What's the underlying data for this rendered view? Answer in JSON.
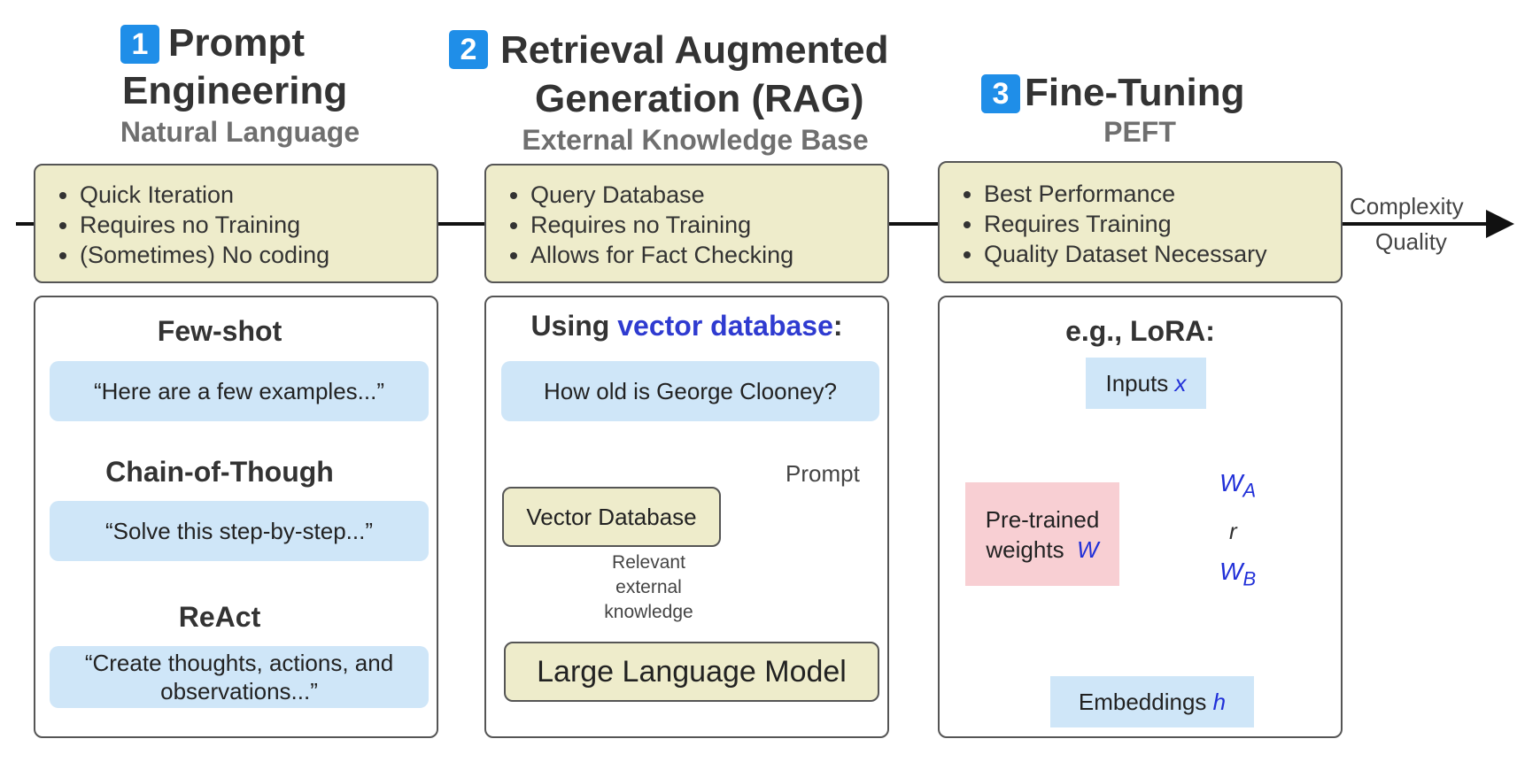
{
  "timeline": {
    "axis_label_top": "Complexity",
    "axis_label_bottom": "Quality"
  },
  "sections": [
    {
      "number": "1",
      "title_line1": "Prompt",
      "title_line2": "Engineering",
      "subtitle": "Natural Language",
      "bullets": [
        "Quick Iteration",
        "Requires no Training",
        "(Sometimes) No coding"
      ],
      "examples": [
        {
          "heading": "Few-shot",
          "text": "“Here are a few examples...”"
        },
        {
          "heading": "Chain-of-Though",
          "text": "“Solve this step-by-step...”"
        },
        {
          "heading": "ReAct",
          "text_line1": "“Create thoughts, actions, and",
          "text_line2": "observations...”"
        }
      ]
    },
    {
      "number": "2",
      "title_line1": "Retrieval Augmented",
      "title_line2": "Generation (RAG)",
      "subtitle": "External Knowledge Base",
      "bullets": [
        "Query Database",
        "Requires no Training",
        "Allows for Fact Checking"
      ],
      "panel": {
        "heading_prefix": "Using ",
        "heading_highlight": "vector database",
        "heading_suffix": ":",
        "query": "How old is George Clooney?",
        "vector_db": "Vector Database",
        "prompt_label": "Prompt",
        "relevant_line1": "Relevant",
        "relevant_line2": "external",
        "relevant_line3": "knowledge",
        "llm": "Large Language Model"
      }
    },
    {
      "number": "3",
      "title_line1": "Fine-Tuning",
      "subtitle": "PEFT",
      "bullets": [
        "Best Performance",
        "Requires Training",
        "Quality Dataset Necessary"
      ],
      "panel": {
        "heading": "e.g., LoRA:",
        "inputs_label": "Inputs ",
        "inputs_var": "x",
        "pretrained_line1": "Pre-trained",
        "pretrained_line2": "weights ",
        "pretrained_var": "W",
        "wa": "W",
        "wa_sub": "A",
        "wb": "W",
        "wb_sub": "B",
        "r_label": "r",
        "embeddings_label": "Embeddings ",
        "embeddings_var": "h"
      }
    }
  ],
  "colors": {
    "badge": "#1f8ee8",
    "yellow_box": "#eeeccb",
    "blue_pill": "#cfe6f8",
    "green_node": "#c7f0cc",
    "pink_node": "#f8cfd3",
    "highlight": "#2f3bd0"
  }
}
